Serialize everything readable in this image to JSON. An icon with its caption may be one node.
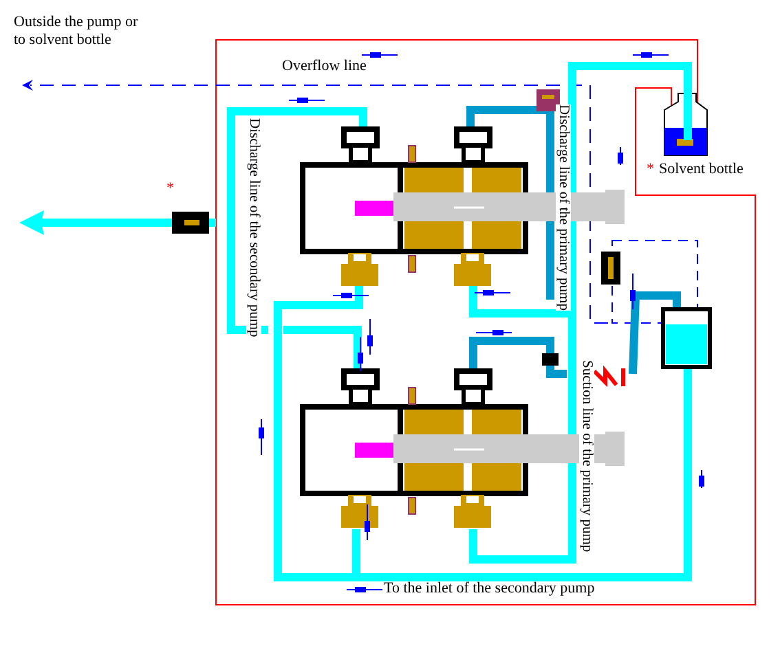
{
  "diagram": {
    "labels": [
      "Outside the pump or to solvent bottle",
      "Overflow line",
      "*",
      "Discharge line of the secondary pump",
      "Discharge line of the primary pump",
      "*",
      "Solvent bottle",
      "Suction line of the primary pump",
      "To the inlet of the secondary pump"
    ]
  }
}
